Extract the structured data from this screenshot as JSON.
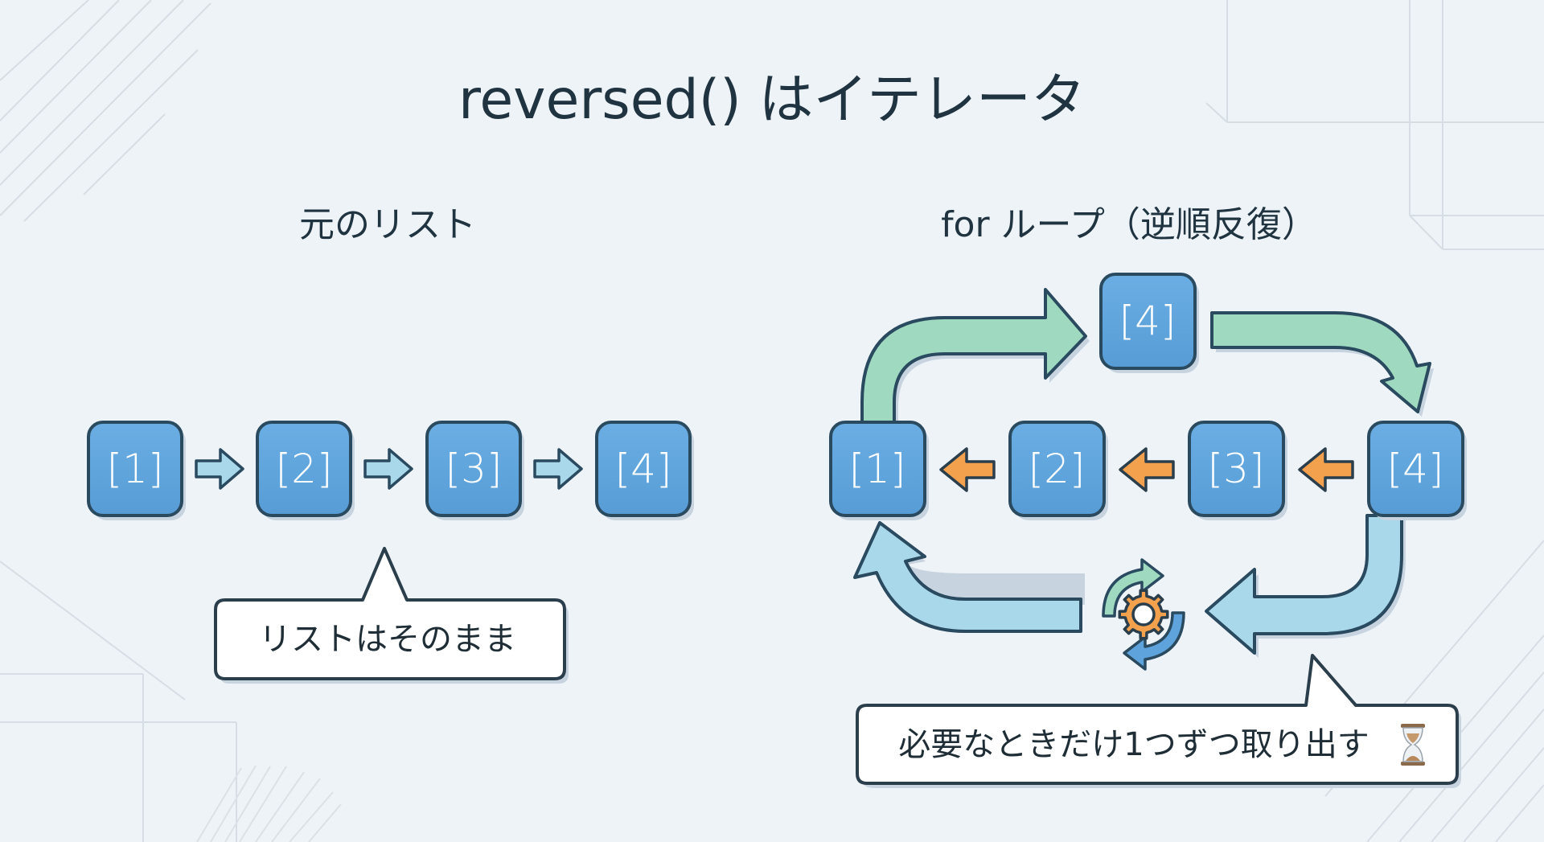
{
  "title": "reversed() はイテレータ",
  "left_panel": {
    "heading": "元のリスト",
    "items": [
      "[1]",
      "[2]",
      "[3]",
      "[4]"
    ],
    "arrow_direction": "right",
    "callout": "リストはそのまま"
  },
  "right_panel": {
    "heading": "for ループ（逆順反復）",
    "top_item": "[4]",
    "row_items": [
      "[1]",
      "[2]",
      "[3]",
      "[4]"
    ],
    "row_arrow_direction": "left",
    "center_icon": "gear-cycle-icon",
    "callout": "必要なときだけ1つずつ取り出す",
    "callout_icon": "hourglass-icon"
  },
  "colors": {
    "background": "#eef3f8",
    "box_fill": "#5fa3dc",
    "box_stroke": "#2a4a60",
    "green_arrow": "#9fd9c0",
    "light_blue_arrow": "#a9d8ea",
    "orange_arrow": "#f4a14e",
    "gear": "#f4a14e",
    "text": "#1f3440"
  }
}
